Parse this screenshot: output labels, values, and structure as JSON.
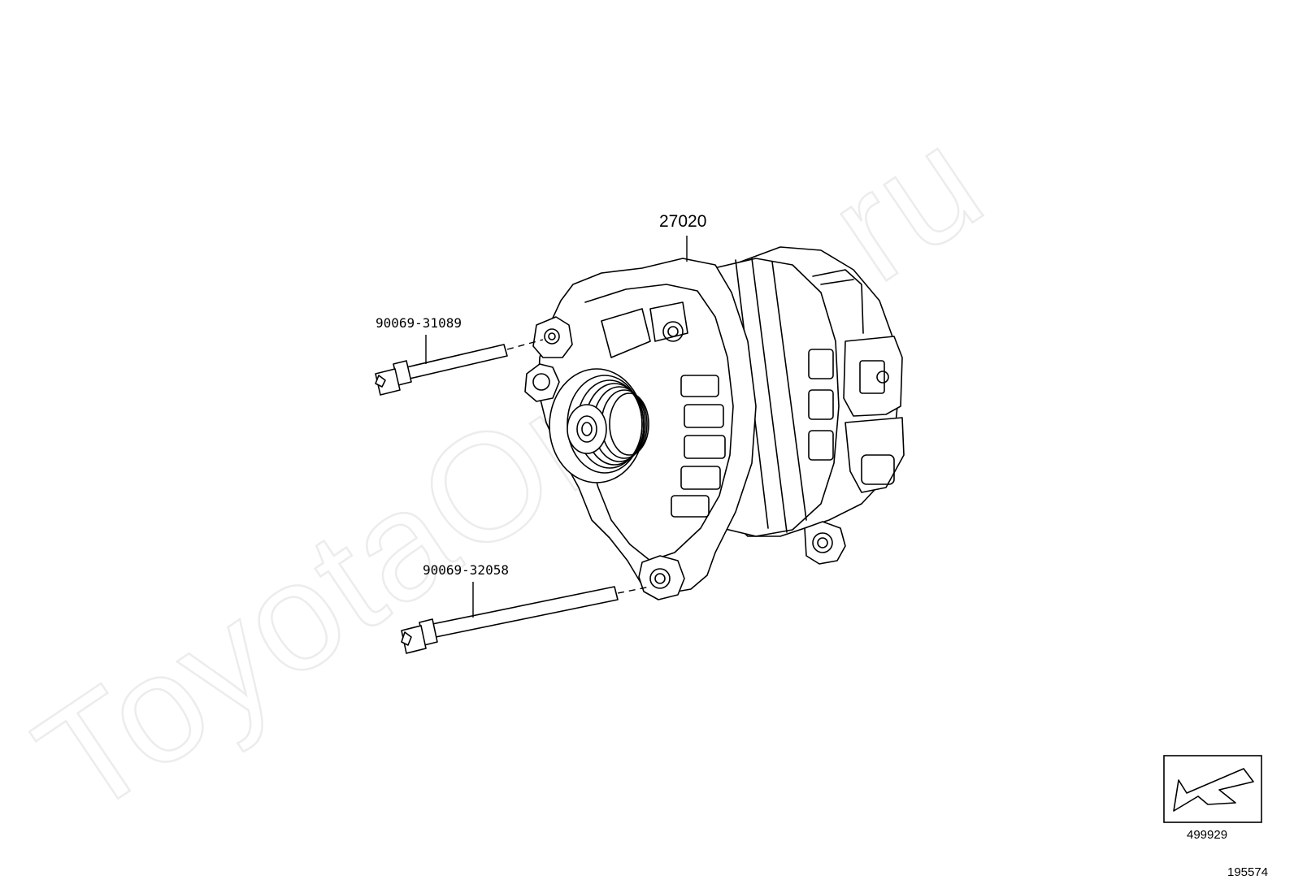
{
  "parts": {
    "alternator": {
      "number": "27020",
      "icon": "alternator-icon"
    },
    "bolt_upper": {
      "number": "90069-31089",
      "icon": "bolt-icon"
    },
    "bolt_lower": {
      "number": "90069-32058",
      "icon": "bolt-icon"
    }
  },
  "reference": {
    "number": "499929",
    "icon": "arrow-reference-icon"
  },
  "diagram_number": "195574",
  "watermark": {
    "text": "ToyotaOnline.ru",
    "color": "#ececec"
  },
  "colors": {
    "line": "#000000",
    "background": "#ffffff"
  }
}
